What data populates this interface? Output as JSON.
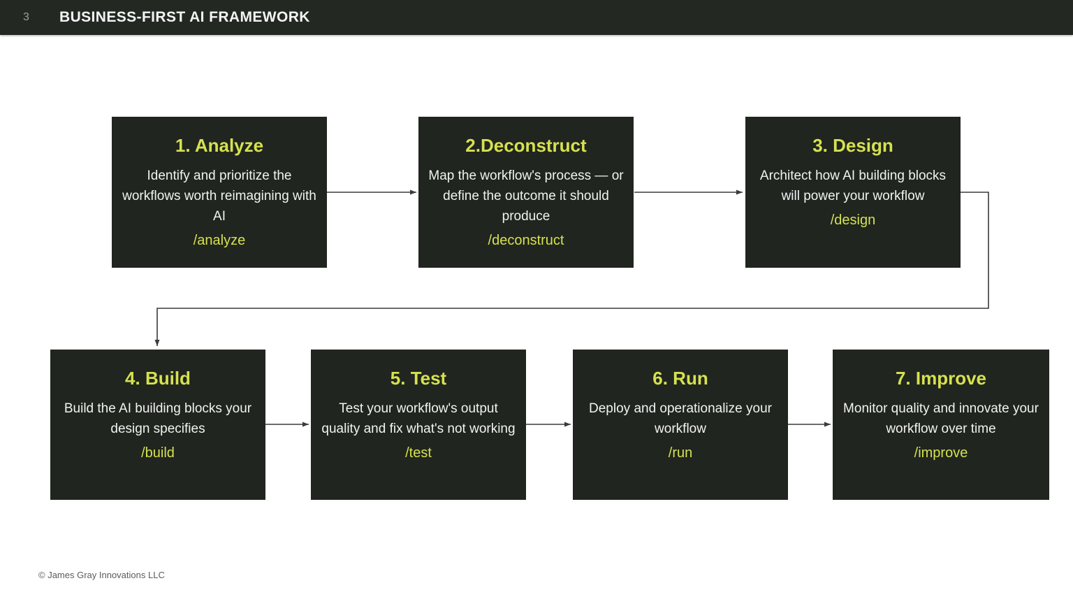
{
  "header": {
    "slide_number": "3",
    "title": "BUSINESS-FIRST AI FRAMEWORK"
  },
  "steps": [
    {
      "title": "1. Analyze",
      "description": "Identify and prioritize the workflows worth reimagining with AI",
      "command": "/analyze"
    },
    {
      "title": "2.Deconstruct",
      "description": "Map the workflow's process — or define the outcome it should produce",
      "command": "/deconstruct"
    },
    {
      "title": "3. Design",
      "description": "Architect how AI building blocks will power your workflow",
      "command": "/design"
    },
    {
      "title": "4. Build",
      "description": "Build the AI building blocks your design specifies",
      "command": "/build"
    },
    {
      "title": "5. Test",
      "description": "Test your workflow's output quality and fix what's not working",
      "command": "/test"
    },
    {
      "title": "6. Run",
      "description": "Deploy and operationalize your workflow",
      "command": "/run"
    },
    {
      "title": "7. Improve",
      "description": "Monitor quality and innovate your workflow over time",
      "command": "/improve"
    }
  ],
  "footer": {
    "copyright": "© James Gray Innovations LLC"
  },
  "colors": {
    "accent": "#d6e14f",
    "box_background": "#20251f",
    "header_background": "#232823",
    "body_text": "#f2f2f2",
    "connector": "#3b3b3b"
  }
}
